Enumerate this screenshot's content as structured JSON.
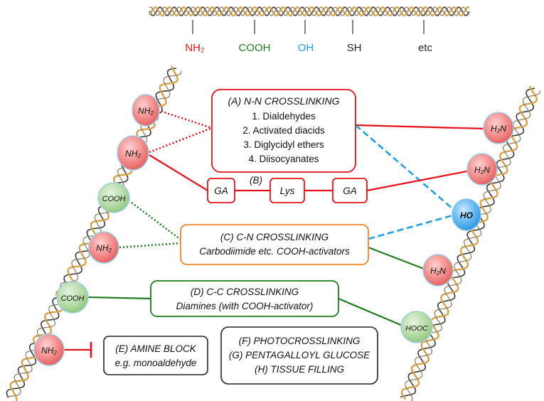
{
  "top_groups": {
    "nh2": "NH₂",
    "cooh": "COOH",
    "oh": "OH",
    "sh": "SH",
    "etc": "etc"
  },
  "boxes": {
    "a": {
      "title": "(A) N-N CROSSLINKING",
      "items": [
        "1. Dialdehydes",
        "2. Activated diacids",
        "3. Diglycidyl ethers",
        "4. Diisocyanates"
      ]
    },
    "b": {
      "label": "(B)",
      "ga1": "GA",
      "lys": "Lys",
      "ga2": "GA"
    },
    "c": {
      "title": "(C) C-N CROSSLINKING",
      "sub": "Carbodiimide etc. COOH-activators"
    },
    "d": {
      "title": "(D) C-C CROSSLINKING",
      "sub": "Diamines (with COOH-activator)"
    },
    "e": {
      "title": "(E) AMINE BLOCK",
      "sub": "e.g. monoaldehyde"
    },
    "f": {
      "l1": "(F) PHOTOCROSSLINKING",
      "l2": "(G) PENTAGALLOYL GLUCOSE",
      "l3": "(H) TISSUE FILLING"
    }
  },
  "left_nodes": [
    "NH₂",
    "NH₂",
    "COOH",
    "NH₂",
    "COOH",
    "NH₂"
  ],
  "right_nodes": [
    "H₂N",
    "H₂N",
    "HO",
    "H₂N",
    "HOOC"
  ],
  "colors": {
    "red": "#e8101a",
    "green": "#1e7d1e",
    "blue": "#1ea0e0",
    "orange": "#f0892a",
    "helix_gold": "#d9a24a",
    "helix_dark": "#3a3a3a"
  }
}
